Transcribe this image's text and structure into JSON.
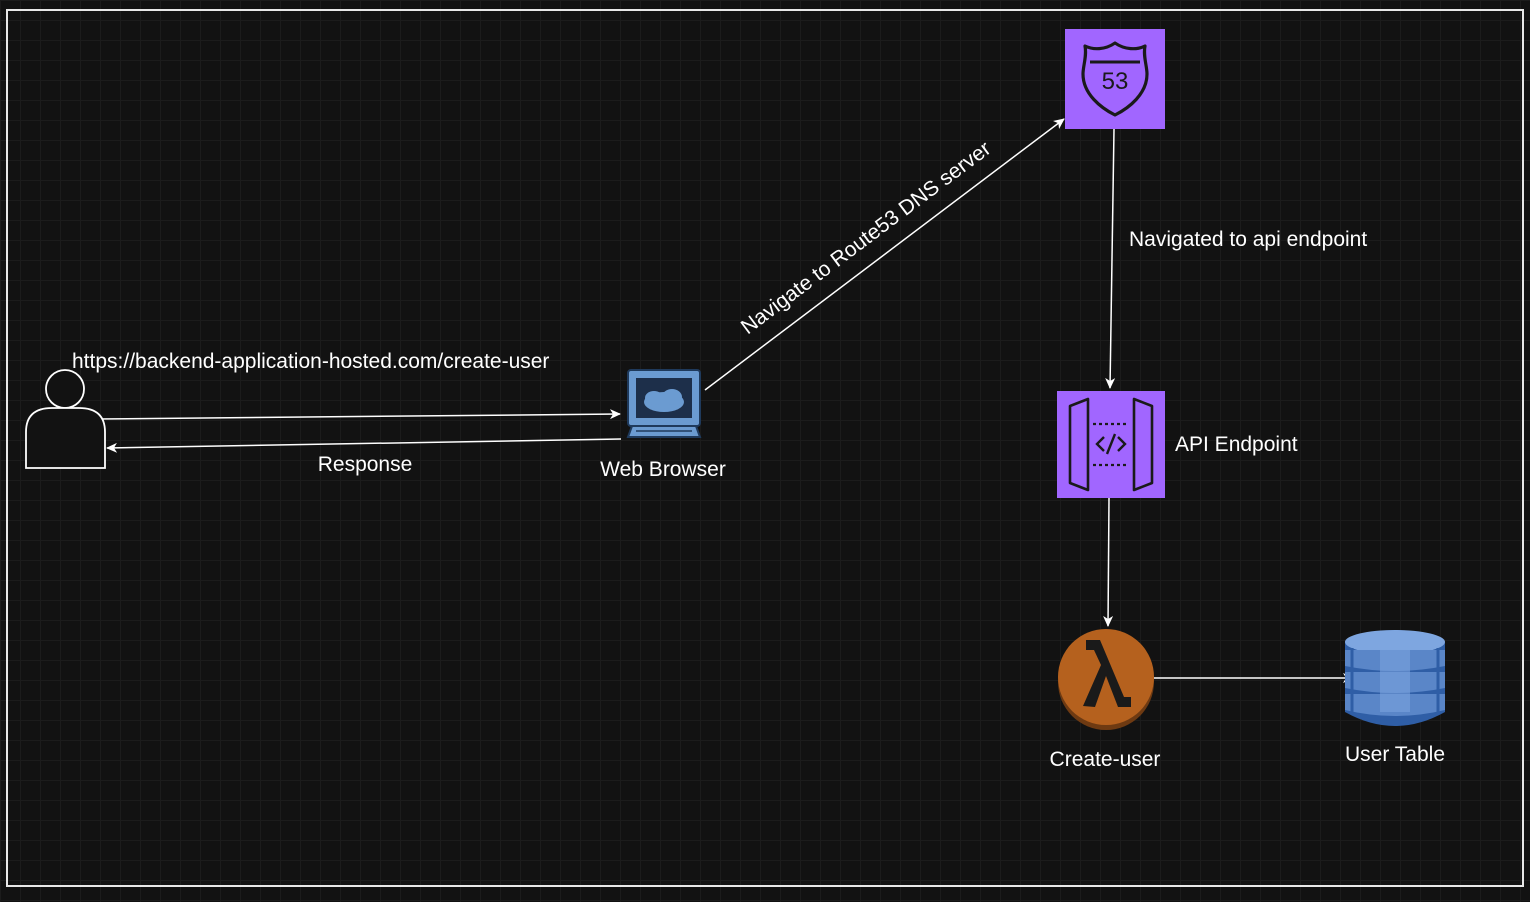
{
  "nodes": {
    "user": {
      "icon": "user-icon"
    },
    "browser": {
      "label": "Web Browser",
      "icon": "web-browser-icon",
      "color": "#6b9bd1"
    },
    "route53": {
      "icon": "route53-icon",
      "shield_text": "53",
      "color": "#a166ff"
    },
    "api": {
      "label": "API Endpoint",
      "icon": "api-gateway-icon",
      "color": "#a166ff"
    },
    "lambda": {
      "label": "Create-user",
      "icon": "lambda-icon",
      "color": "#b5611e"
    },
    "table": {
      "label": "User Table",
      "icon": "dynamodb-icon",
      "color": "#5a86c8"
    }
  },
  "edges": {
    "request": {
      "label": "https://backend-application-hosted.com/create-user"
    },
    "response": {
      "label": "Response"
    },
    "to_dns": {
      "label": "Navigate to Route53 DNS server"
    },
    "to_api": {
      "label": "Navigated to api endpoint"
    }
  }
}
